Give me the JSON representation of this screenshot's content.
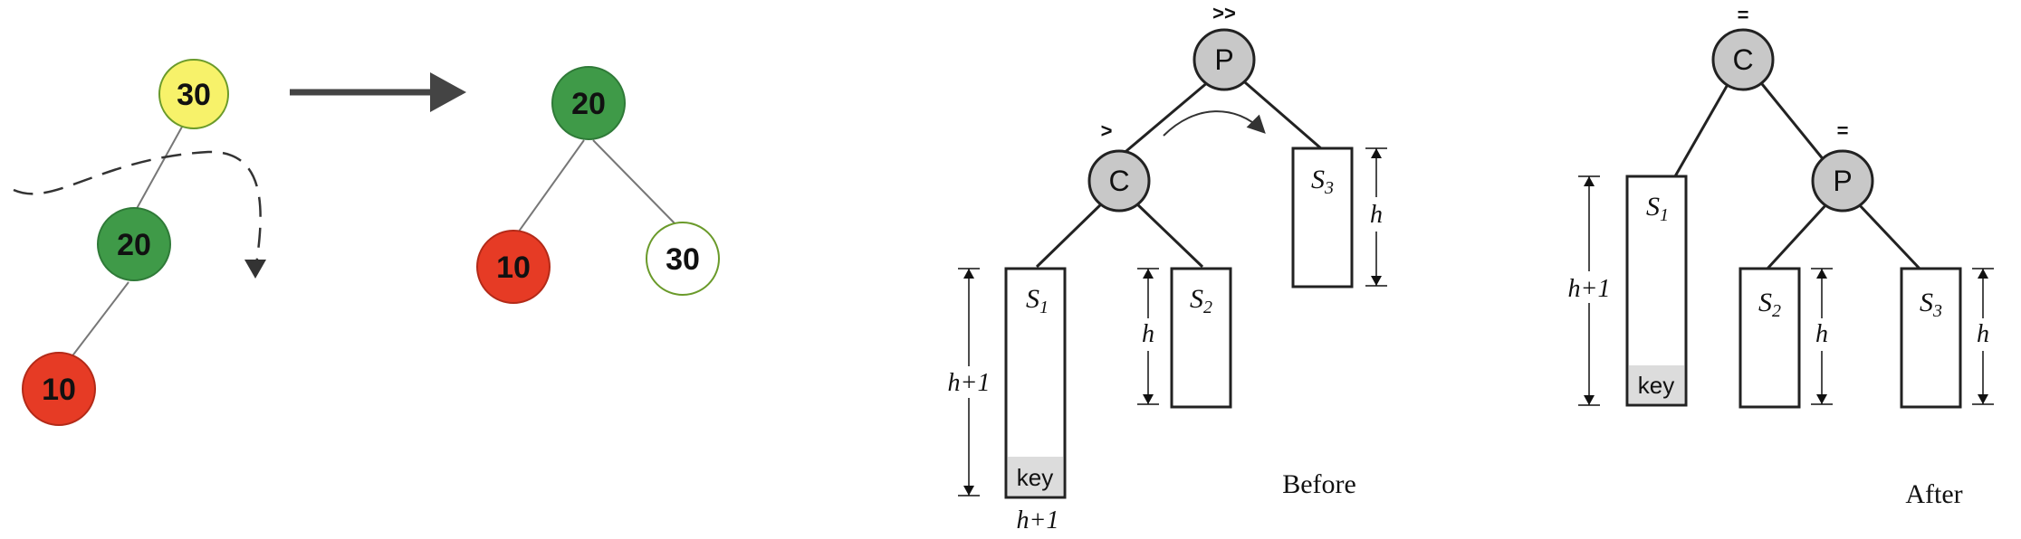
{
  "left_example": {
    "before": {
      "root": "30",
      "mid": "20",
      "leaf": "10"
    },
    "after": {
      "root": "20",
      "left": "10",
      "right": "30"
    }
  },
  "before_panel": {
    "parent": "P",
    "parent_balance": ">>",
    "child": "C",
    "child_balance": ">",
    "s1": "S",
    "s1_sub": "1",
    "s2": "S",
    "s2_sub": "2",
    "s3": "S",
    "s3_sub": "3",
    "key": "key",
    "h1_label": "h+1",
    "h_label": "h",
    "h3_label": "h",
    "bottom_label": "h+1",
    "caption": "Before"
  },
  "after_panel": {
    "root": "C",
    "root_balance": "=",
    "child": "P",
    "child_balance": "=",
    "s1": "S",
    "s1_sub": "1",
    "s2": "S",
    "s2_sub": "2",
    "s3": "S",
    "s3_sub": "3",
    "key": "key",
    "h1_label": "h+1",
    "h2_label": "h",
    "h3_label": "h",
    "caption": "After"
  },
  "colors": {
    "yellow": "#f7f26a",
    "green": "#3f9a48",
    "red": "#e63b25",
    "white": "#ffffff",
    "gray_node": "#c8c8c8",
    "key_fill": "#dcdcdc"
  }
}
